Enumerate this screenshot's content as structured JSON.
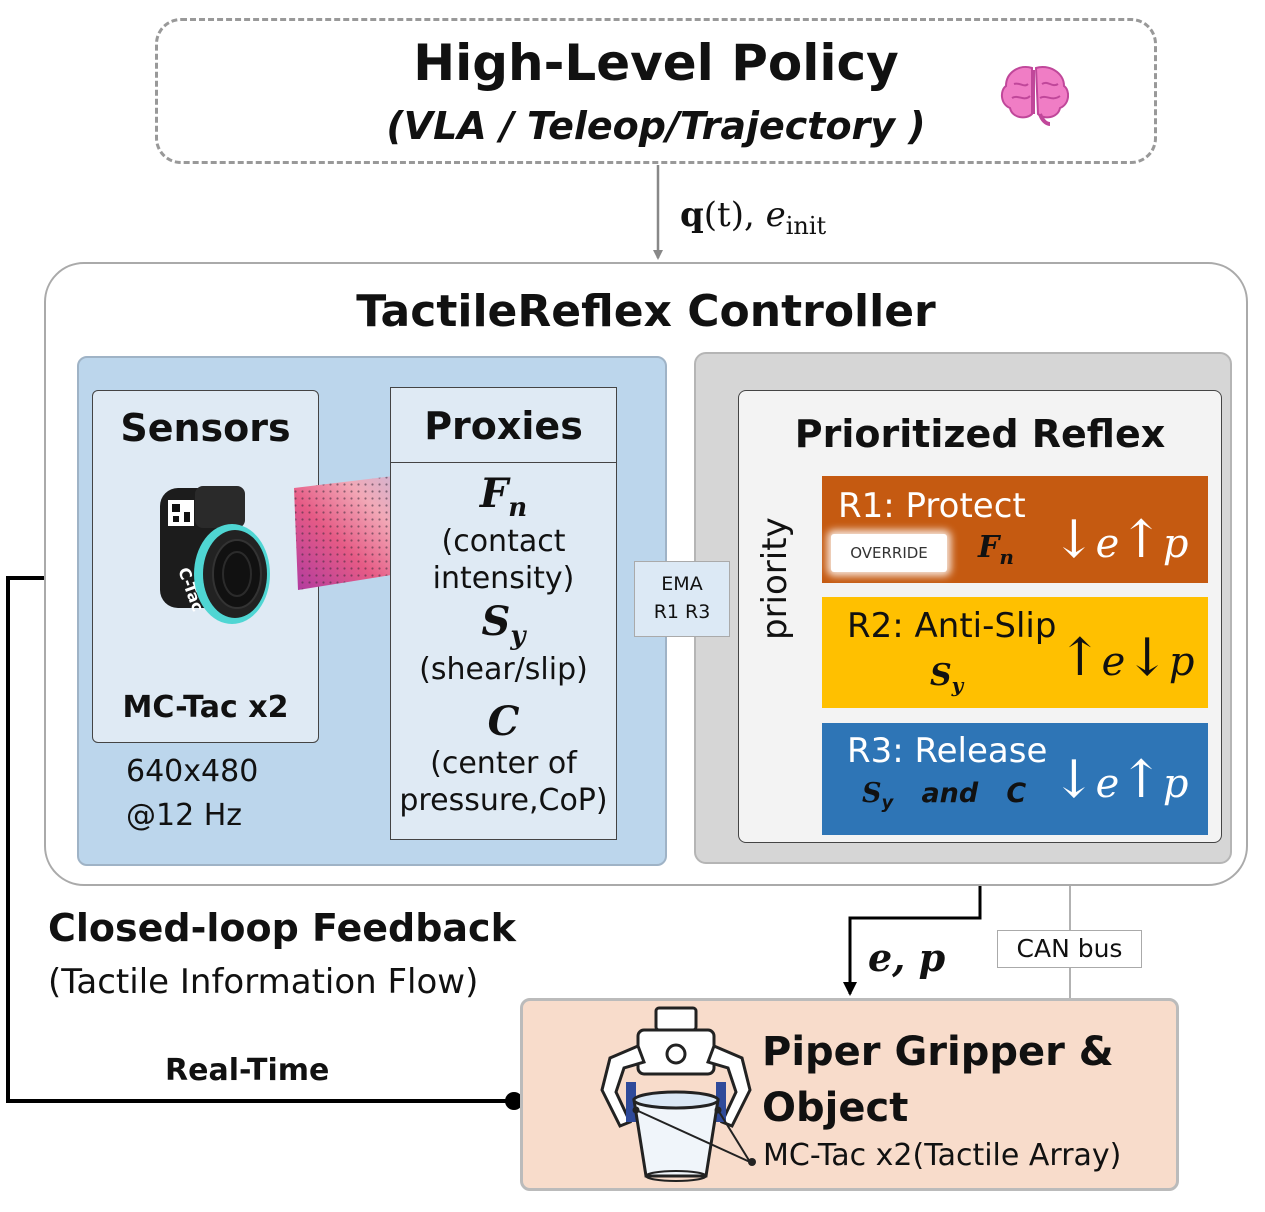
{
  "policy": {
    "title": "High-Level Policy",
    "subtitle": "(VLA / Teleop/Trajectory )",
    "icon": "brain-icon"
  },
  "policy_output_label": {
    "q": "q",
    "t": "(t), ",
    "e": "e",
    "sub": "init"
  },
  "controller": {
    "title": "TactileReflex Controller",
    "sensors": {
      "title": "Sensors",
      "device_name": "MC-Tac x2",
      "device_label": "C-Tac",
      "resolution": "640x480",
      "rate": "@12 Hz"
    },
    "proxies": {
      "title": "Proxies",
      "items": [
        {
          "symbol": "F",
          "sub": "n",
          "desc1": "(contact",
          "desc2": "intensity)"
        },
        {
          "symbol": "S",
          "sub": "y",
          "desc1": "(shear/slip)",
          "desc2": ""
        },
        {
          "symbol": "C",
          "sub": "",
          "desc1": "(center of",
          "desc2": "pressure,CoP)"
        }
      ]
    },
    "ema": {
      "line1": "EMA",
      "line2": "R1 R3"
    },
    "reflex": {
      "title": "Prioritized Reflex",
      "priority_label": "priority",
      "rules": [
        {
          "title": "R1: Protect",
          "badge": "OVERRIDE",
          "sym": "F",
          "sub": "n",
          "e_dir": "↓",
          "p_dir": "↑"
        },
        {
          "title": "R2: Anti-Slip",
          "sym": "S",
          "sub": "y",
          "e_dir": "↑",
          "p_dir": "↓"
        },
        {
          "title": "R3: Release",
          "sym": "S",
          "sub": "y",
          "and": "and",
          "sym2": "C",
          "e_dir": "↓",
          "p_dir": "↑"
        }
      ],
      "colors": {
        "r1": "#c55a11",
        "r2": "#ffc000",
        "r3": "#2e75b6"
      }
    }
  },
  "output_label": "e, p",
  "can_bus": "CAN bus",
  "feedback": {
    "title": "Closed-loop Feedback",
    "subtitle": "(Tactile Information Flow)",
    "realtime": "Real-Time"
  },
  "gripper": {
    "title_line1": "Piper Gripper &",
    "title_line2": "Object",
    "sensor_label": "MC-Tac x2(Tactile Array)"
  }
}
